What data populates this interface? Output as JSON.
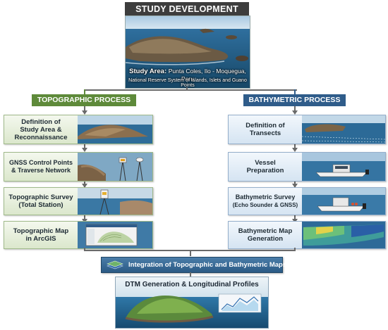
{
  "title": "STUDY DEVELOPMENT",
  "study_area": {
    "label": "Study Area:",
    "location": "Punta Coles, Ilo - Moquegua, Peru",
    "reserve": "National Reserve System of Islands, Islets and Guano Points"
  },
  "topographic": {
    "header": "TOPOGRAPHIC PROCESS",
    "steps": [
      {
        "line1": "Definition of",
        "line2": "Study Area &",
        "line3": "Reconnaissance"
      },
      {
        "line1": "GNSS Control Points",
        "line2": "& Traverse Network"
      },
      {
        "line1": "Topographic Survey",
        "line2": "(Total Station)"
      },
      {
        "line1": "Topographic Map",
        "line2": "in ArcGIS"
      }
    ]
  },
  "bathymetric": {
    "header": "BATHYMETRIC PROCESS",
    "steps": [
      {
        "line1": "Definition of",
        "line2": "Transects"
      },
      {
        "line1": "Vessel",
        "line2": "Preparation"
      },
      {
        "line1": "Bathymetric Survey",
        "line2": "(Echo Sounder & GNSS)"
      },
      {
        "line1": "Bathymetric Map",
        "line2": "Generation"
      }
    ]
  },
  "integration": "Integration of Topographic and Bathymetric Maps",
  "output": "DTM Generation & Longitudinal Profiles",
  "colors": {
    "title_bg": "#3d3d3d",
    "topo_accent": "#5e8a3a",
    "bathy_accent": "#2f5c8a",
    "connector": "#6a6a6a"
  }
}
